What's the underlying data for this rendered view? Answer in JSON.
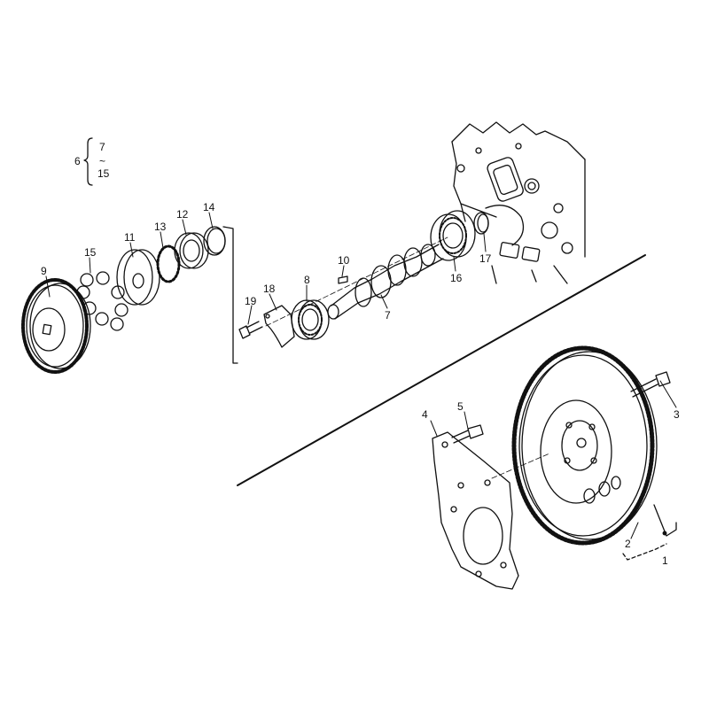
{
  "diagram": {
    "callouts": [
      {
        "id": "1",
        "label": "1"
      },
      {
        "id": "2",
        "label": "2"
      },
      {
        "id": "3",
        "label": "3"
      },
      {
        "id": "4",
        "label": "4"
      },
      {
        "id": "5",
        "label": "5"
      },
      {
        "id": "6",
        "label": "6"
      },
      {
        "id": "7",
        "label": "7"
      },
      {
        "id": "8",
        "label": "8"
      },
      {
        "id": "9",
        "label": "9"
      },
      {
        "id": "10",
        "label": "10"
      },
      {
        "id": "11",
        "label": "11"
      },
      {
        "id": "12",
        "label": "12"
      },
      {
        "id": "13",
        "label": "13"
      },
      {
        "id": "14",
        "label": "14"
      },
      {
        "id": "15",
        "label": "15"
      },
      {
        "id": "16",
        "label": "16"
      },
      {
        "id": "17",
        "label": "17"
      },
      {
        "id": "18",
        "label": "18"
      },
      {
        "id": "19",
        "label": "19"
      }
    ],
    "kit_bracket": {
      "label": "6",
      "range_from": "7",
      "range_sep": "~",
      "range_to": "15"
    }
  }
}
